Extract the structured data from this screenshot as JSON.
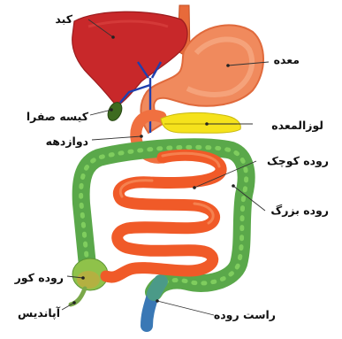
{
  "diagram": {
    "labels": {
      "liver": "کبد",
      "stomach": "معده",
      "gallbladder": "کیسه صفرا",
      "pancreas": "لوزالمعده",
      "duodenum": "دوازدهه",
      "small_intestine": "روده کوچک",
      "large_intestine": "روده بزرگ",
      "cecum": "روده کور",
      "appendix": "آپاندیس",
      "rectum": "راست روده"
    },
    "colors": {
      "liver": "#c8282a",
      "stomach": "#f08a5d",
      "esophagus": "#e86a3a",
      "small_intestine": "#f05a28",
      "large_intestine": "#5aa84a",
      "pancreas": "#f5e21c",
      "gallbladder": "#3d6b1f",
      "bile_duct": "#1f3fae",
      "rectum": "#3a78b5"
    }
  }
}
